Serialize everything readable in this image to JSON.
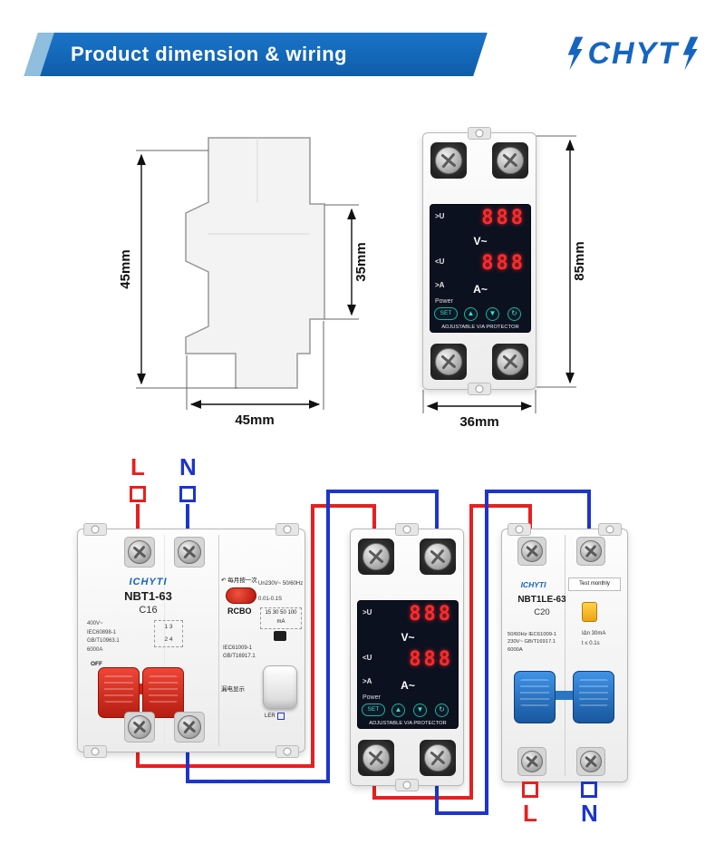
{
  "header": {
    "title": "Product dimension & wiring",
    "brand": "CHYT"
  },
  "dims": {
    "side_height": "45mm",
    "front_height": "35mm",
    "depth": "45mm",
    "height": "85mm",
    "width": "36mm"
  },
  "protector": {
    "over_v": ">U",
    "under_v": "<U",
    "over_a": ">A",
    "power": "Power",
    "v_unit": "V~",
    "a_unit": "A~",
    "v_value": "888",
    "a_value": "888",
    "btn_set": "SET",
    "btn_up": "▲",
    "btn_down": "▼",
    "btn_cycle": "↻",
    "footer": "ADJUSTABLE V/A PROTECTOR"
  },
  "rcbo": {
    "brand": "ICHYTI",
    "model": "NBT1-63",
    "curve": "C16",
    "spec1": "400V~",
    "spec2": "IEC60898-1",
    "spec3": "GB/T10963.1",
    "spec4": "6000A",
    "off_label": "OFF",
    "contacts_top": "1 3",
    "contacts_bottom": "2 4",
    "monthly_icon": "↶",
    "monthly": "每月按一次",
    "type": "RCBO",
    "un": "Un230V~ 50/60Hz",
    "trip": "0.01-0.1S",
    "ma_values": "15 30 50 100",
    "ma_unit": "mA",
    "std1": "IEC61009-1",
    "std2": "GB/T16917.1",
    "leak": "漏电显示",
    "ler": "LER"
  },
  "breaker2": {
    "brand": "ICHYTI",
    "test_note": "Test monthly",
    "model": "NBT1LE-63",
    "curve": "C20",
    "spec1": "50/60Hz IEC61009-1",
    "spec2": "230V~ GB/T16917.1",
    "spec3": "6000A",
    "idn": "IΔn 30mA",
    "trip_time": "t ≤ 0.1s"
  },
  "wiring": {
    "live": "L",
    "neutral": "N",
    "live_color": "#e62020",
    "neutral_color": "#1d35cc"
  }
}
